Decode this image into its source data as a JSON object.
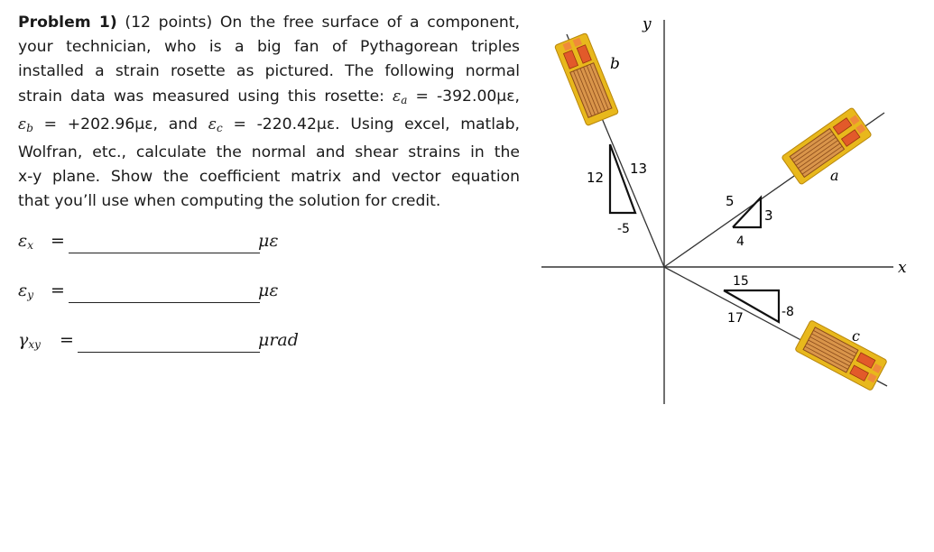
{
  "problem": {
    "label": "Problem 1)",
    "lines": [
      " (12 points) On the free surface of a component,",
      "your technician, who is a big fan of Pythagorean triples",
      "installed a strain rosette as pictured. The following normal",
      "strain data was measured using this rosette: ",
      ", and ",
      ". Using excel, matlab,",
      "Wolfran, etc., calculate the normal and shear strains in the",
      "x-y plane.  Show the coefficient matrix and vector equation",
      "that you’ll use when computing the solution for credit."
    ],
    "strains": {
      "a": "ε_a = -392.00με,",
      "b": "ε_b = +202.96με",
      "c": "ε_c = -220.42με"
    },
    "strain_a": {
      "sym": "ε",
      "sub": "a",
      "val": " = -392.00με,"
    },
    "strain_b": {
      "sym": "ε",
      "sub": "b",
      "val": " = +202.96με"
    },
    "strain_c": {
      "sym": "ε",
      "sub": "c",
      "val": " = -220.42με"
    }
  },
  "answers": [
    {
      "sym": "ε",
      "sub": "x",
      "eq": "=",
      "unit": "με"
    },
    {
      "sym": "ε",
      "sub": "y",
      "eq": "=",
      "unit": "με"
    },
    {
      "sym": "γ",
      "sub": "xy",
      "eq": "=",
      "unit": "μrad"
    }
  ],
  "figure": {
    "axis_x": "x",
    "axis_y": "y",
    "gage_labels": {
      "a": "a",
      "b": "b",
      "c": "c"
    },
    "triangle_b": {
      "legs": [
        "12",
        "-5"
      ],
      "hyp": "13"
    },
    "triangle_a": {
      "legs": [
        "4",
        "3"
      ],
      "hyp": "5"
    },
    "triangle_c": {
      "legs": [
        "15",
        "-8"
      ],
      "hyp": "17"
    },
    "colors": {
      "gage_body": "#e8b81c",
      "gage_grid": "#c76a2e",
      "tab": "#e25a2a"
    }
  }
}
